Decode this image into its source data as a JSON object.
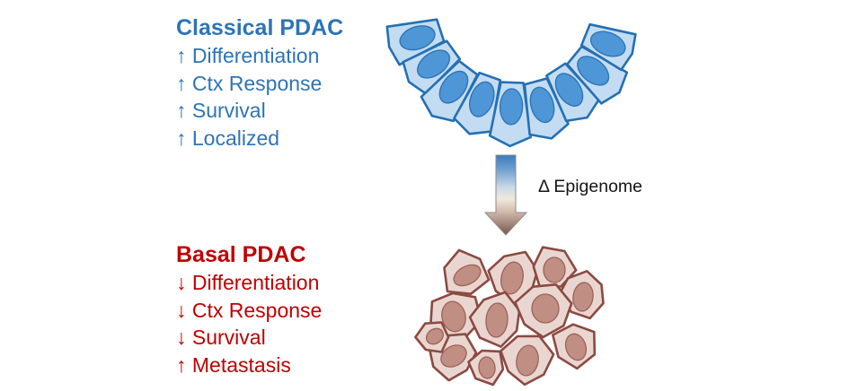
{
  "figure_title": "PDAC subtype epigenome switch diagram",
  "classical": {
    "heading": "Classical PDAC",
    "items": [
      "↑ Differentiation",
      "↑ Ctx Response",
      "↑ Survival",
      "↑ Localized"
    ],
    "color": "#2E74B5"
  },
  "basal": {
    "heading": "Basal PDAC",
    "items": [
      "↓ Differentiation",
      "↓ Ctx Response",
      "↓ Survival",
      "↑ Metastasis"
    ],
    "color": "#C00000"
  },
  "arrow_label": "Δ Epigenome",
  "arrow_label_color": "#141414",
  "illustrations": {
    "classical_cells": {
      "fill": "#C4DCF2",
      "stroke": "#2470B3",
      "nucleus_fill": "#4E96D6",
      "nucleus_stroke": "#2E75B6"
    },
    "basal_cells": {
      "fill": "#EAD6D1",
      "stroke": "#8B4A42",
      "nucleus_fill": "#C18E84",
      "nucleus_stroke": "#9C6257"
    },
    "arrow_gradient": [
      "#3A7ABF",
      "#6FA0CE",
      "#C8D8E6",
      "#EFE9DD",
      "#D4BCAE",
      "#A5897E",
      "#7B534B"
    ],
    "arrow_outline": "#8C8C8C"
  }
}
